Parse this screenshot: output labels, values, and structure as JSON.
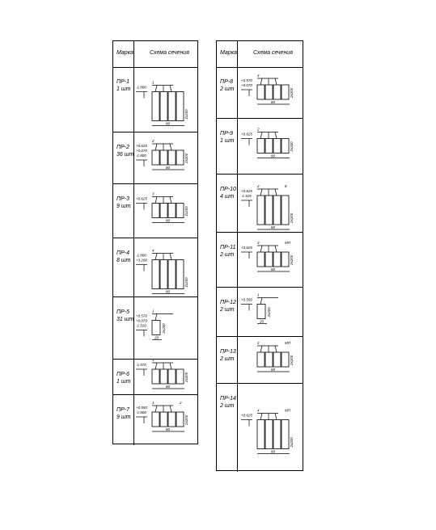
{
  "header": {
    "col_mark": "Марка",
    "col_section": "Схема сечения"
  },
  "left_rows": [
    {
      "mark": "ПР-1",
      "qty": "1 шт",
      "callout": "1",
      "levels": [
        "-1.800"
      ]
    },
    {
      "mark": "ПР-2",
      "qty": "36 шт",
      "callout": "2",
      "levels": [
        "+0.625",
        "+0.070",
        "-1.800"
      ]
    },
    {
      "mark": "ПР-3",
      "qty": "9 шт",
      "callout": "3",
      "levels": [
        "+0.625"
      ]
    },
    {
      "mark": "ПР-4",
      "qty": "8 шт",
      "callout": "4",
      "levels": [
        "-1.800",
        "+3.200"
      ]
    },
    {
      "mark": "ПР-5",
      "qty": "31 шт",
      "callout": "1",
      "levels": [
        "+0.570",
        "+0.070",
        "-1.520"
      ]
    },
    {
      "mark": "ПР-6",
      "qty": "1 шт",
      "callout": "1",
      "levels": [
        "-1.570"
      ]
    },
    {
      "mark": "ПР-7",
      "qty": "9 шт",
      "callout": "1",
      "callout2": "2",
      "levels": [
        "+0.550",
        "-1.800"
      ]
    }
  ],
  "right_rows": [
    {
      "mark": "ПР-8",
      "qty": "2 шт",
      "callout": "4",
      "levels": [
        "+0.570",
        "+0.070"
      ]
    },
    {
      "mark": "ПР-9",
      "qty": "1 шт",
      "callout": "2",
      "levels": [
        "+0.625"
      ]
    },
    {
      "mark": "ПР-10",
      "qty": "4 шт",
      "callout": "2",
      "callout2": "8",
      "levels": [
        "+0.625",
        "-1.525"
      ]
    },
    {
      "mark": "ПР-11",
      "qty": "2 шт",
      "callout": "3",
      "callout2": "МП",
      "levels": [
        "+0.625"
      ]
    },
    {
      "mark": "ПР-12",
      "qty": "2 шт",
      "callout": "1",
      "levels": [
        "+0.550"
      ]
    },
    {
      "mark": "ПР-13",
      "qty": "2 шт",
      "callout": "2",
      "callout2": "МП",
      "levels": []
    },
    {
      "mark": "ПР-14",
      "qty": "2 шт",
      "callout": "4",
      "callout2": "МП",
      "levels": [
        "+0.625"
      ]
    }
  ],
  "dims": {
    "width": "80",
    "width_short": "70",
    "width_small": "20",
    "height": "2x200",
    "height_b": "1x200"
  }
}
